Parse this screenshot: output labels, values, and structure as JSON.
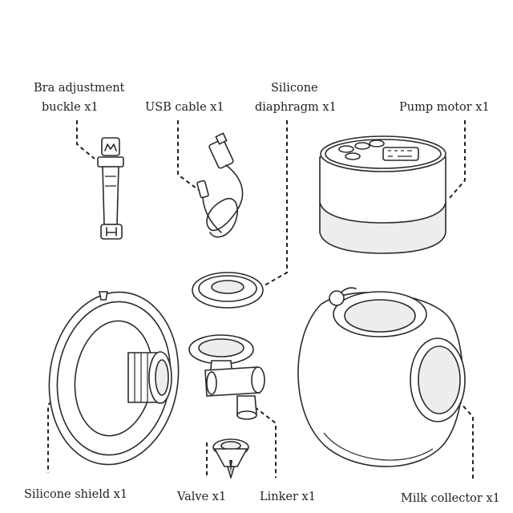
{
  "labels": {
    "bra_buckle_line1": "Bra adjustment",
    "bra_buckle_line2": "buckle x1",
    "usb_cable": "USB cable x1",
    "diaphragm_line1": "Silicone",
    "diaphragm_line2": "diaphragm x1",
    "pump_motor": "Pump motor x1",
    "silicone_shield": "Silicone shield x1",
    "valve": "Valve x1",
    "linker": "Linker x1",
    "milk_collector": "Milk collector x1"
  }
}
